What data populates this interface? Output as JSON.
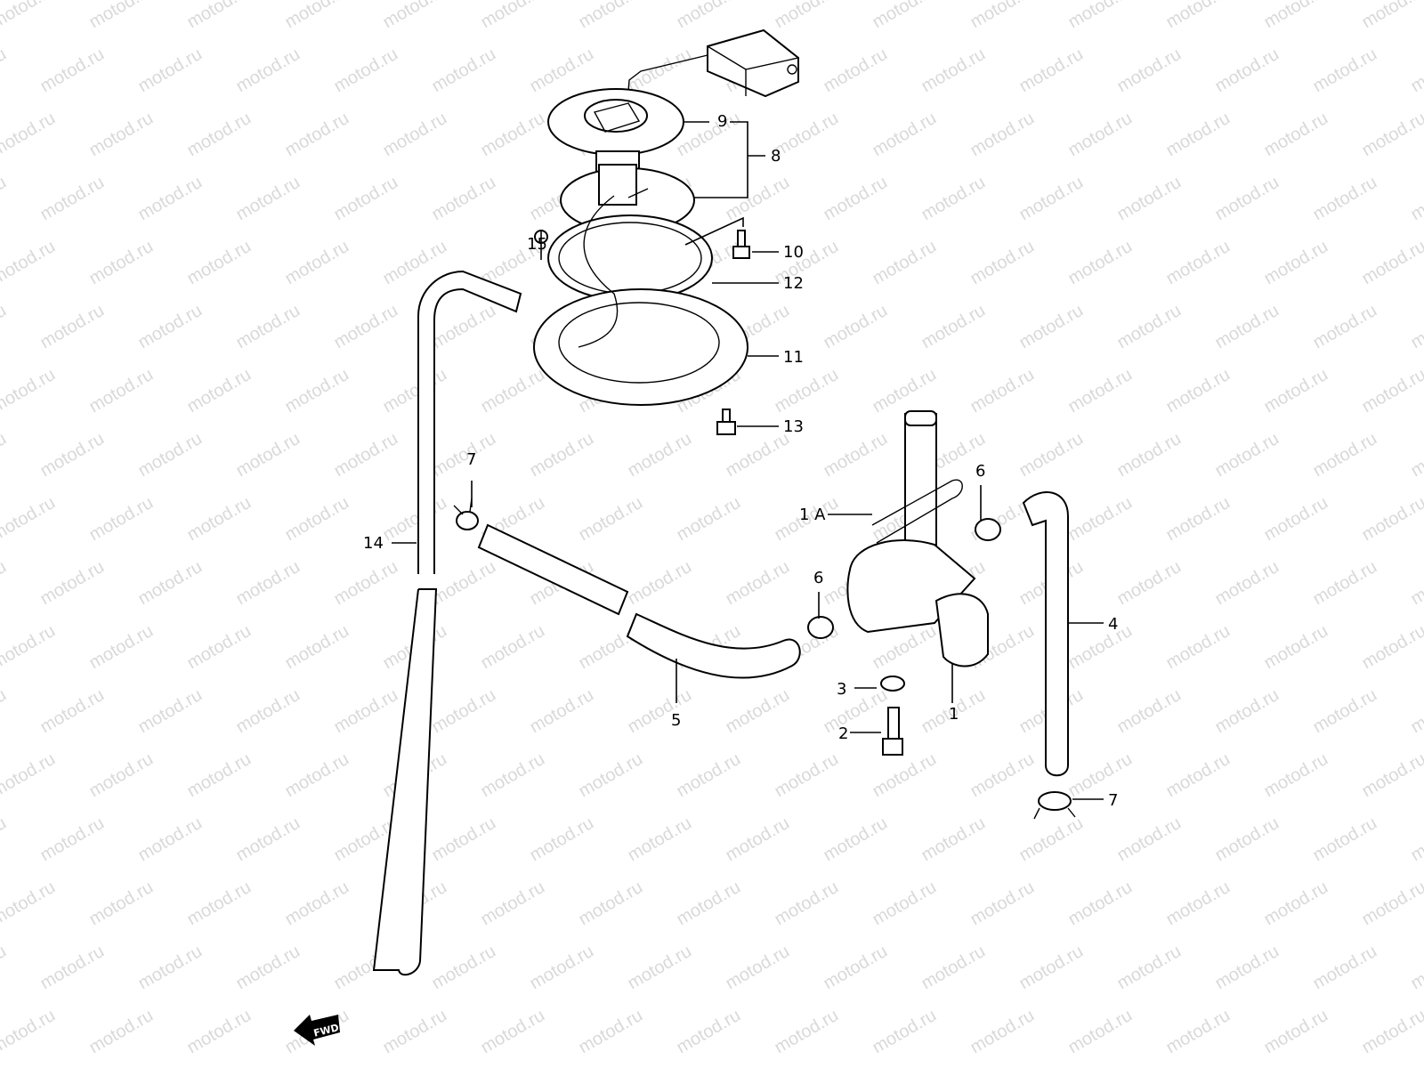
{
  "watermark": {
    "text": "motod.ru",
    "color": "#d9d9d9"
  },
  "callouts": [
    {
      "id": "9",
      "label": "9"
    },
    {
      "id": "8",
      "label": "8"
    },
    {
      "id": "10",
      "label": "10"
    },
    {
      "id": "12",
      "label": "12"
    },
    {
      "id": "15",
      "label": "15"
    },
    {
      "id": "11",
      "label": "11"
    },
    {
      "id": "13",
      "label": "13"
    },
    {
      "id": "7a",
      "label": "7"
    },
    {
      "id": "14",
      "label": "14"
    },
    {
      "id": "1A",
      "label": "1 A"
    },
    {
      "id": "6a",
      "label": "6"
    },
    {
      "id": "6b",
      "label": "6"
    },
    {
      "id": "4",
      "label": "4"
    },
    {
      "id": "3",
      "label": "3"
    },
    {
      "id": "2",
      "label": "2"
    },
    {
      "id": "1",
      "label": "1"
    },
    {
      "id": "5",
      "label": "5"
    },
    {
      "id": "7b",
      "label": "7"
    }
  ],
  "fwd_badge": {
    "label": "FWD"
  }
}
